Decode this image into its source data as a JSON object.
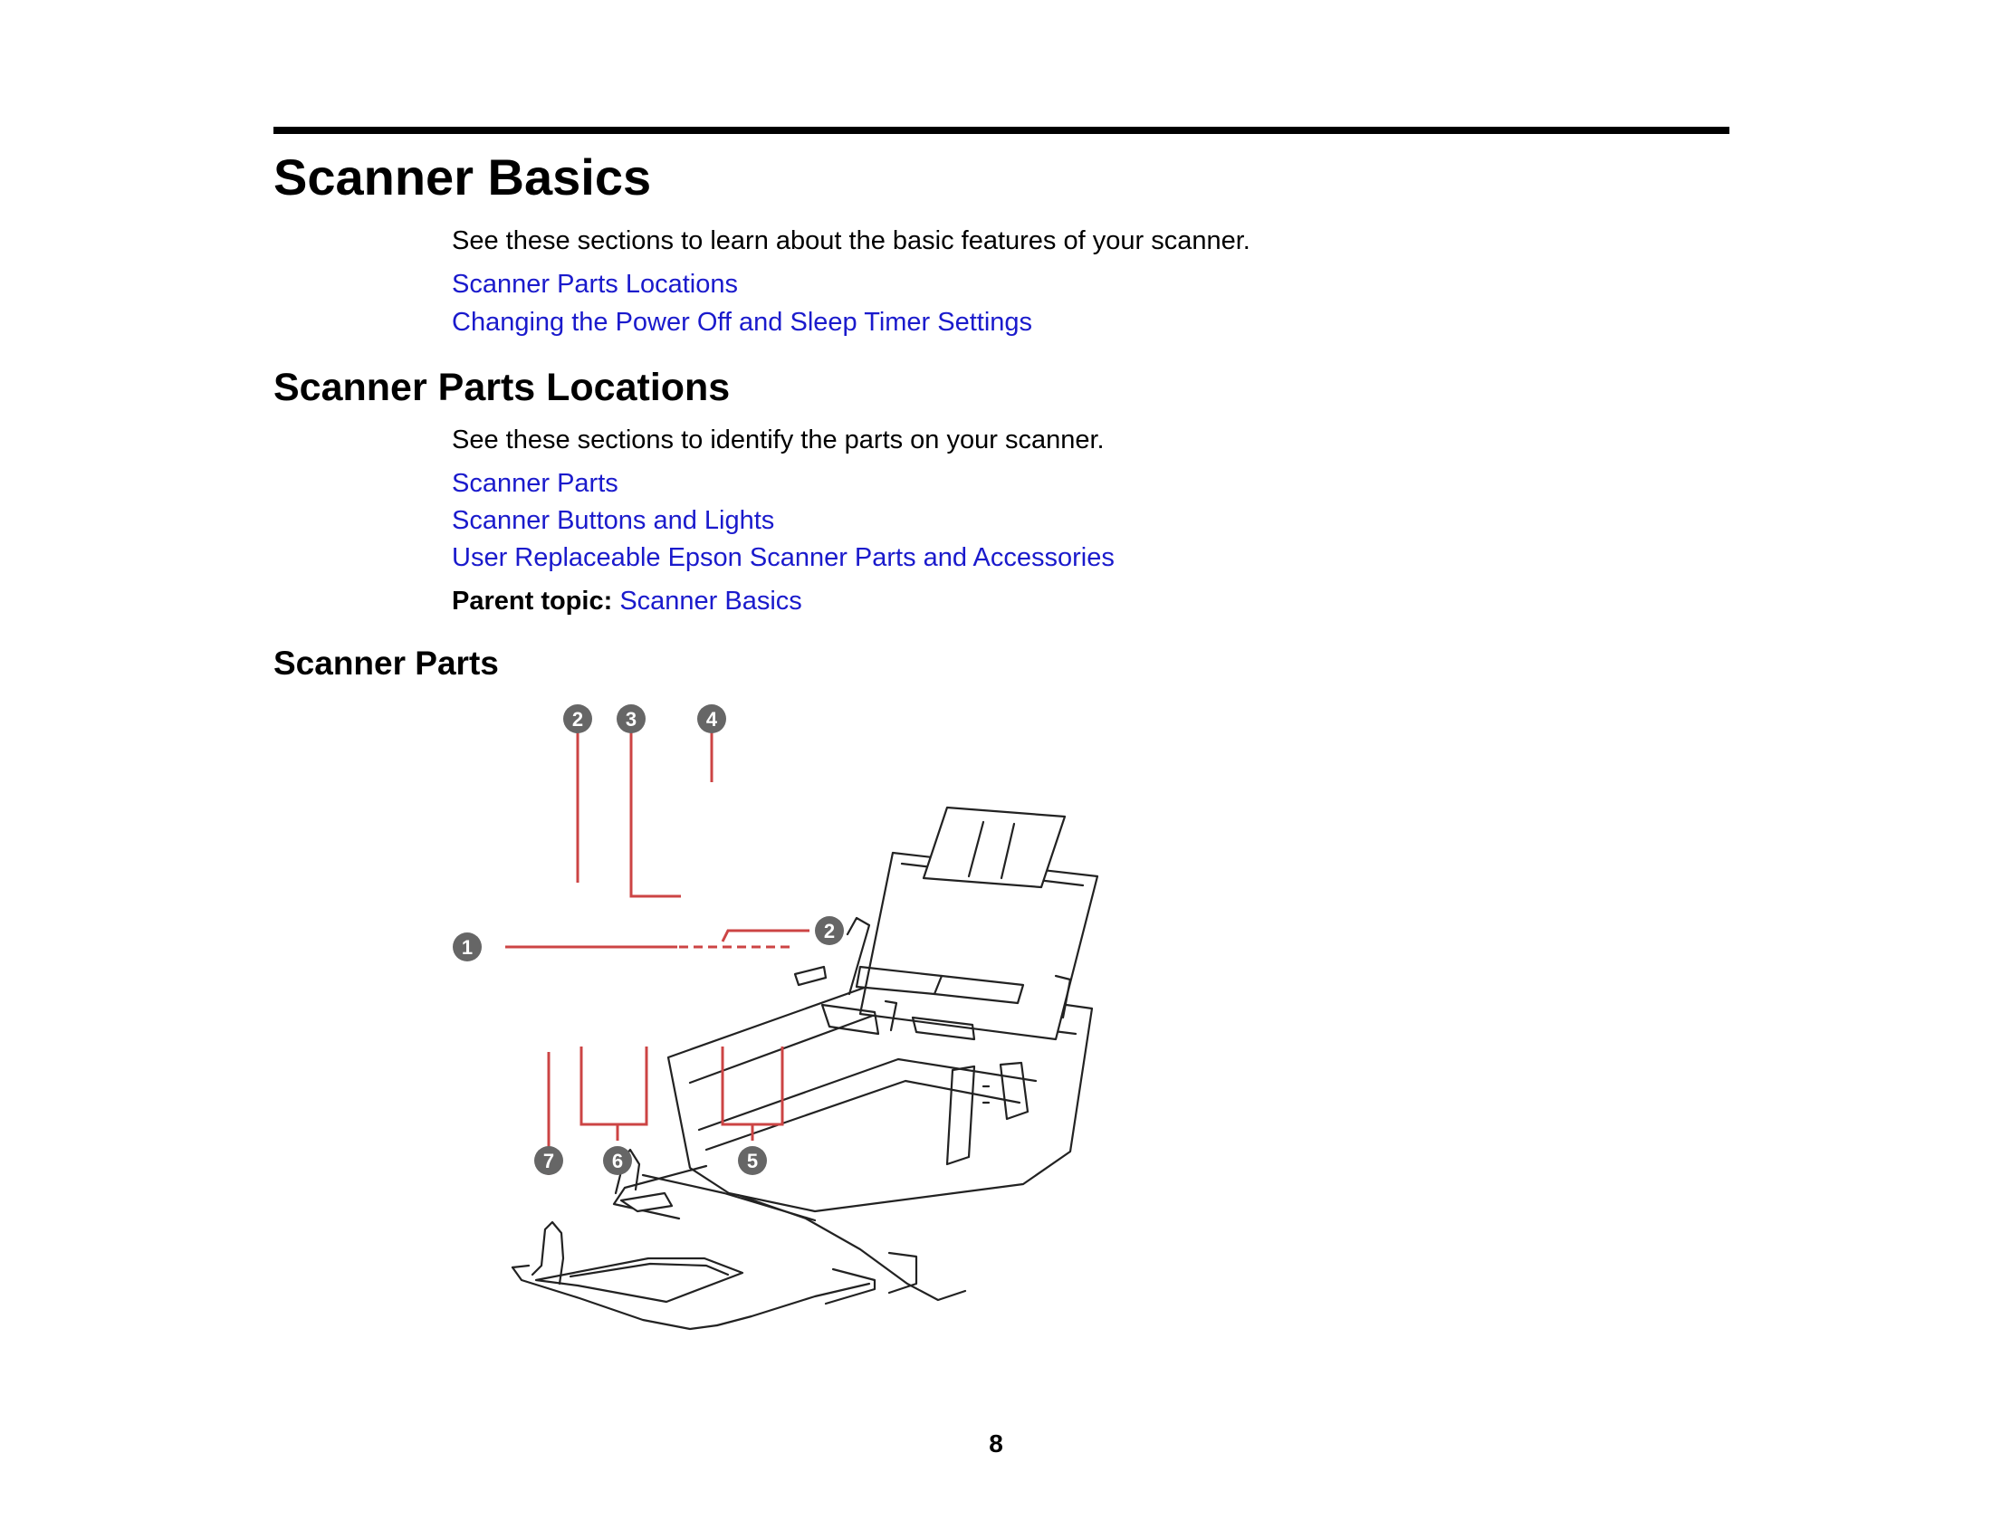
{
  "sections": {
    "basics": {
      "title": "Scanner Basics",
      "intro": "See these sections to learn about the basic features of your scanner.",
      "links": [
        "Scanner Parts Locations",
        "Changing the Power Off and Sleep Timer Settings"
      ]
    },
    "parts_locations": {
      "title": "Scanner Parts Locations",
      "intro": "See these sections to identify the parts on your scanner.",
      "links": [
        "Scanner Parts",
        "Scanner Buttons and Lights",
        "User Replaceable Epson Scanner Parts and Accessories"
      ],
      "parent_topic_label": "Parent topic:",
      "parent_topic_link": "Scanner Basics"
    },
    "parts": {
      "title": "Scanner Parts"
    }
  },
  "figure": {
    "callouts": [
      "1",
      "2",
      "3",
      "4",
      "2",
      "5",
      "6",
      "7"
    ],
    "callout_fill": "#666666",
    "leader_color": "#cc4444"
  },
  "footer": {
    "page_number": "8"
  }
}
